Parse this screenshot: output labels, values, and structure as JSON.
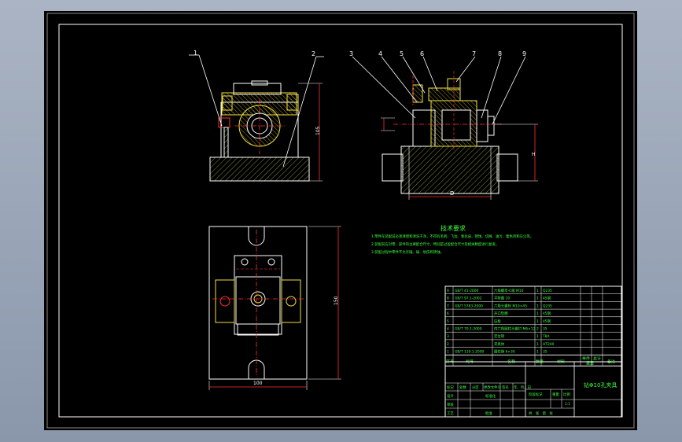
{
  "drawing": {
    "balloons": [
      {
        "id": "b1",
        "label": "1"
      },
      {
        "id": "b2",
        "label": "2"
      },
      {
        "id": "b3",
        "label": "3"
      },
      {
        "id": "b4",
        "label": "4"
      },
      {
        "id": "b5",
        "label": "5"
      },
      {
        "id": "b6",
        "label": "6"
      },
      {
        "id": "b7",
        "label": "7"
      },
      {
        "id": "b8",
        "label": "8"
      },
      {
        "id": "b9",
        "label": "9"
      }
    ],
    "dims": {
      "front_height": "105",
      "side_width": "D",
      "side_height": "H",
      "plan_width": "100",
      "plan_height": "150"
    },
    "notes_title": "技术要求",
    "notes": [
      "1.零件在装配前必须清理和清洗干净，不得有毛刺、飞边、氧化皮、锈蚀、切屑、油污、着色剂和灰尘等。",
      "2.装配前应对零、部件的主要配合尺寸，特别是过盈配合尺寸及相关精度进行复查。",
      "3.装配过程中零件不允许磕、碰、划伤和锈蚀。"
    ]
  },
  "bom": {
    "rows": [
      {
        "no": "9",
        "code": "GB/T 41-2000",
        "name": "六角螺母-C级 M10",
        "qty": "1",
        "mat": "Q235",
        "note": ""
      },
      {
        "no": "8",
        "code": "GB/T 97.1-2002",
        "name": "平垫圈 10",
        "qty": "1",
        "mat": "45钢",
        "note": ""
      },
      {
        "no": "7",
        "code": "GB/T 5783-2000",
        "name": "六角头螺栓 M10×45",
        "qty": "1",
        "mat": "Q235",
        "note": ""
      },
      {
        "no": "6",
        "code": "",
        "name": "开口垫圈",
        "qty": "1",
        "mat": "45钢",
        "note": ""
      },
      {
        "no": "5",
        "code": "",
        "name": "压板",
        "qty": "1",
        "mat": "45钢",
        "note": ""
      },
      {
        "no": "4",
        "code": "GB/T 70.1-2000",
        "name": "内六角圆柱头螺钉 M6×12",
        "qty": "2",
        "mat": "35",
        "note": ""
      },
      {
        "no": "3",
        "code": "",
        "name": "定位销",
        "qty": "1",
        "mat": "T8A",
        "note": ""
      },
      {
        "no": "2",
        "code": "",
        "name": "夹具体",
        "qty": "1",
        "mat": "HT200",
        "note": ""
      },
      {
        "no": "1",
        "code": "GB/T 119.1-2000",
        "name": "圆柱销 6×30",
        "qty": "1",
        "mat": "35",
        "note": ""
      }
    ],
    "header": {
      "no": "序号",
      "code": "代号",
      "name": "名称",
      "qty": "数量",
      "mat": "材料",
      "single": "单件",
      "total": "总计",
      "weight": "重量",
      "note": "备注"
    },
    "title": "钻Φ10孔夹具",
    "tb_labels": {
      "mark": "标记",
      "count": "处数",
      "zone": "分区",
      "doc": "更改文件号",
      "sign": "签名",
      "date": "年、月、日",
      "design": "设计",
      "std": "标准化",
      "check": "审核",
      "process": "工艺",
      "approve": "批准",
      "stage": "阶段标记",
      "weight": "重量",
      "scale": "比例",
      "scale_value": "1:1",
      "sheets": "共　张　第　张"
    }
  }
}
